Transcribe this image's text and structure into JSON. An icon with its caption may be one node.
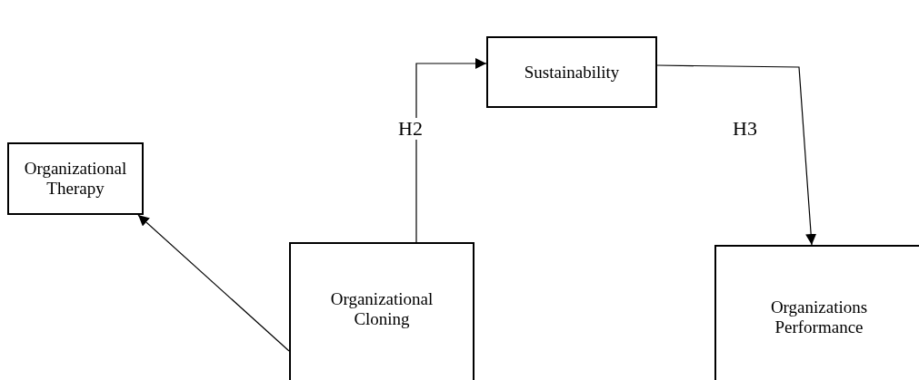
{
  "diagram": {
    "nodes": [
      {
        "text": [
          "Organizational Therapy"
        ]
      },
      {
        "text": [
          "Sustainability"
        ]
      },
      {
        "text": [
          "Organizational Cloning"
        ]
      },
      {
        "text": [
          "Organizations Performance"
        ]
      }
    ],
    "edges": [
      {
        "from": 2,
        "to": 0,
        "arrow": "to"
      },
      {
        "from": 2,
        "to": 1,
        "arrow": "to",
        "label": "H2"
      },
      {
        "from": 1,
        "to": 3,
        "arrow": "to",
        "label": "H3"
      }
    ]
  }
}
